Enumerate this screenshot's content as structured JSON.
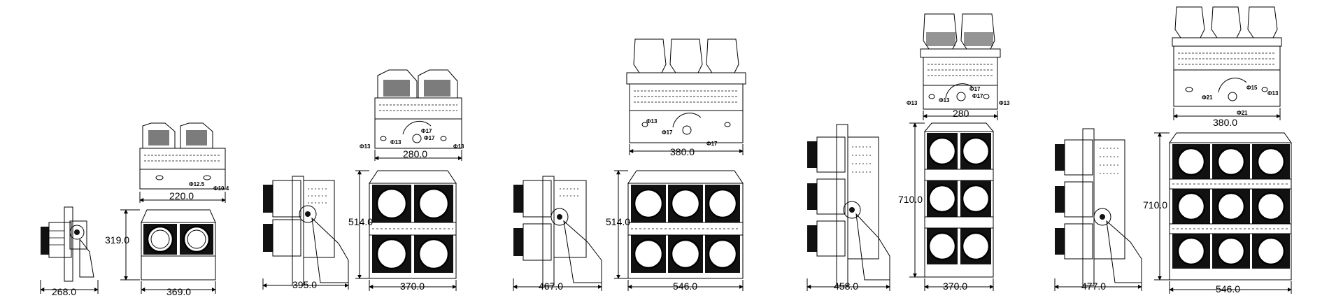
{
  "colors": {
    "line": "#000000",
    "fill_dark": "#111111",
    "background": "#ffffff"
  },
  "models": [
    {
      "dims": {
        "side_depth": "268.0",
        "front_width": "369.0",
        "height": "319.0",
        "top_width": "220.0"
      },
      "holes": [
        "Φ12.5",
        "Φ10.4"
      ]
    },
    {
      "dims": {
        "side_depth": "395.0",
        "front_width": "370.0",
        "height": "514.0",
        "top_width": "280.0"
      },
      "holes": [
        "Φ13",
        "Φ13",
        "Φ13",
        "Φ17",
        "Φ17"
      ]
    },
    {
      "dims": {
        "side_depth": "467.0",
        "front_width": "546.0",
        "height": "514.0",
        "top_width": "380.0"
      },
      "holes": [
        "Φ13",
        "Φ17",
        "Φ17"
      ]
    },
    {
      "dims": {
        "side_depth": "458.0",
        "front_width": "370.0",
        "height": "710.0",
        "top_width": "280"
      },
      "holes": [
        "Φ13",
        "Φ13",
        "Φ13",
        "Φ17",
        "Φ17"
      ]
    },
    {
      "dims": {
        "side_depth": "477.0",
        "front_width": "546.0",
        "height": "710.0",
        "top_width": "380.0"
      },
      "holes": [
        "Φ21",
        "Φ21",
        "Φ15",
        "Φ13"
      ]
    }
  ]
}
